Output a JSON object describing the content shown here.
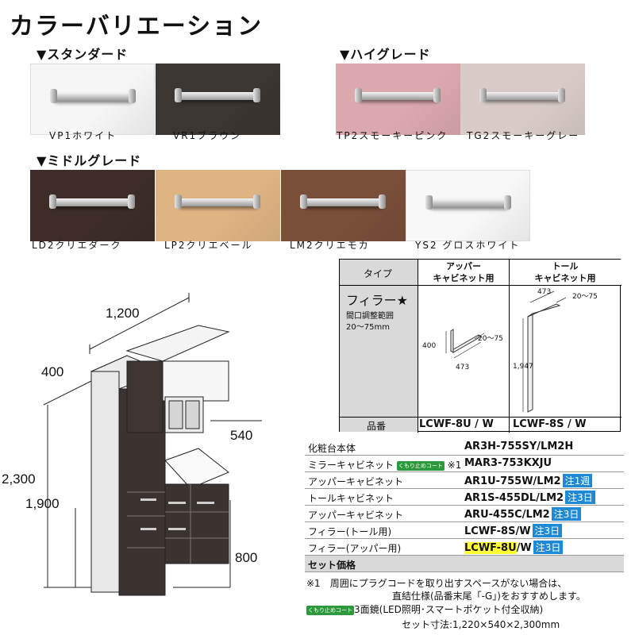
{
  "title": "カラーバリエーション",
  "grades": {
    "standard": "▼スタンダード",
    "high": "▼ハイグレード",
    "middle": "▼ミドルグレード"
  },
  "swatches": [
    {
      "label": "VP1ホワイト",
      "color": "#f6f6f6"
    },
    {
      "label": "VR1ブラウン",
      "color": "#3c3632"
    },
    {
      "label": "TP2スモーキーピンク",
      "color": "#dba8ae"
    },
    {
      "label": "TG2スモーキーグレー",
      "color": "#d9ccc8"
    },
    {
      "label": "LD2クリエダーク",
      "color": "#3d2d26"
    },
    {
      "label": "LP2クリエベール",
      "color": "#dfb483"
    },
    {
      "label": "LM2クリエモカ",
      "color": "#7a4f3a"
    },
    {
      "label": "YS2 グロスホワイト",
      "color": "#f8f8f8"
    }
  ],
  "dimensions": {
    "width": "1,200",
    "depth_upper": "400",
    "height_total": "2,300",
    "height_mid": "1,900",
    "depth_lower": "540",
    "height_counter": "800"
  },
  "spec_table": {
    "col_type": "タイプ",
    "col_upper": "アッパー\nキャビネット用",
    "col_tall": "トール\nキャビネット用",
    "filler": "フィラー★",
    "range_label": "間口調整範囲",
    "range_value": "20〜75mm",
    "upper_dims": {
      "h": "400",
      "w": "473",
      "adj": "20〜75"
    },
    "tall_dims": {
      "h": "1,947",
      "w": "473",
      "adj": "20〜75"
    },
    "part_no_label": "品番",
    "upper_part": "LCWF-8U / W",
    "tall_part": "LCWF-8S / W"
  },
  "price_list": [
    {
      "label": "化粧台本体",
      "code": "AR3H-755SY/LM2H",
      "badge": ""
    },
    {
      "label": "ミラーキャビネット",
      "badge_green": "くもり止めコート",
      "note": "※1",
      "code": "MAR3-753KXJU",
      "badge": ""
    },
    {
      "label": "アッパーキャビネット",
      "code": "AR1U-755W/LM2",
      "badge": "注1週"
    },
    {
      "label": "トールキャビネット",
      "code": "AR1S-455DL/LM2",
      "badge": "注3日"
    },
    {
      "label": "アッパーキャビネット",
      "code": "ARU-455C/LM2",
      "badge": "注3日"
    },
    {
      "label": "フィラー(トール用)",
      "code": "LCWF-8S/W",
      "badge": "注3日"
    },
    {
      "label": "フィラー(アッパー用)",
      "code_hl": "LCWF-8U",
      "code_rest": "/W",
      "badge": "注3日"
    }
  ],
  "set_price_label": "セット価格",
  "notes": {
    "n1a": "※1　周囲にプラグコードを取り出すスペースがない場合は、",
    "n1b": "直結仕様(品番末尾「-G」)をおすすめします。",
    "mirror_badge": "くもり止めコート",
    "mirror": "3面鏡(LED照明･スマートポケット付全収納)",
    "set_size": "セット寸法:1,220×540×2,300mm"
  }
}
